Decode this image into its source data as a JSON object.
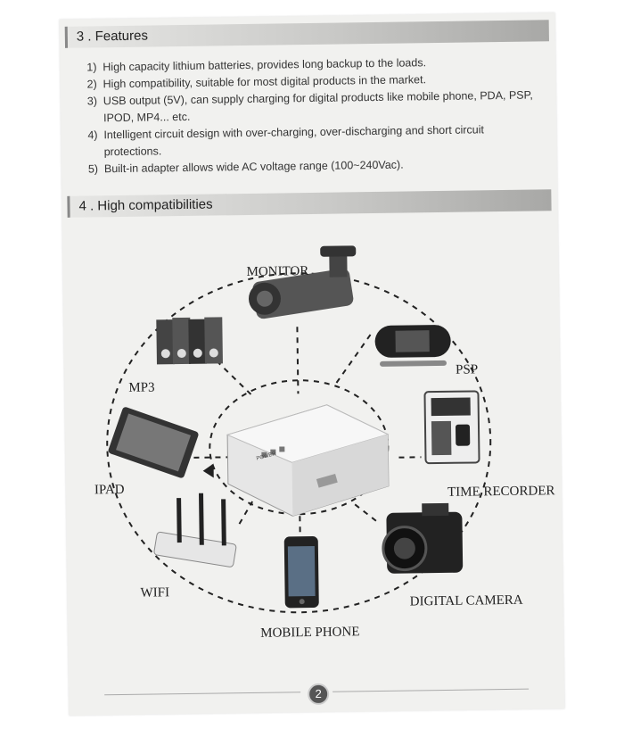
{
  "sections": {
    "features": {
      "title": "3 . Features",
      "items": [
        {
          "num": "1)",
          "text": "High capacity lithium batteries, provides long backup to the loads."
        },
        {
          "num": "2)",
          "text": "High compatibility, suitable for most digital products in the market."
        },
        {
          "num": "3)",
          "text": "USB output (5V), can supply charging for digital products like mobile phone, PDA, PSP, IPOD, MP4... etc."
        },
        {
          "num": "4)",
          "text": "Intelligent circuit design with over-charging, over-discharging and short circuit protections."
        },
        {
          "num": "5)",
          "text": "Built-in adapter allows wide AC voltage range (100~240Vac)."
        }
      ]
    },
    "compatibilities": {
      "title": "4 . High compatibilities",
      "center_device_label": "POWER",
      "devices": {
        "monitor": "MONITOR",
        "psp": "PSP",
        "time_recorder": "TIME RECORDER",
        "digital_camera": "DIGITAL CAMERA",
        "mobile_phone": "MOBILE PHONE",
        "wifi": "WIFI",
        "ipad": "IPAD",
        "mp3": "MP3"
      }
    }
  },
  "footer": {
    "page_number": "2"
  }
}
